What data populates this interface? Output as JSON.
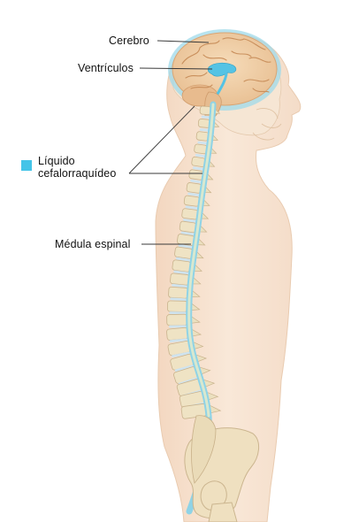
{
  "labels": {
    "brain": "Cerebro",
    "ventricles": "Ventrículos",
    "csf_line1": "Líquido",
    "csf_line2": "cefalorraquídeo",
    "spinal_cord": "Médula espinal"
  },
  "colors": {
    "csf": "#44c4e8",
    "skin": "#f7e3d0",
    "brain": "#f2cfa6",
    "bone": "#efe3c4",
    "disc": "#cfe3ee",
    "cord": "#a8d7c8"
  }
}
